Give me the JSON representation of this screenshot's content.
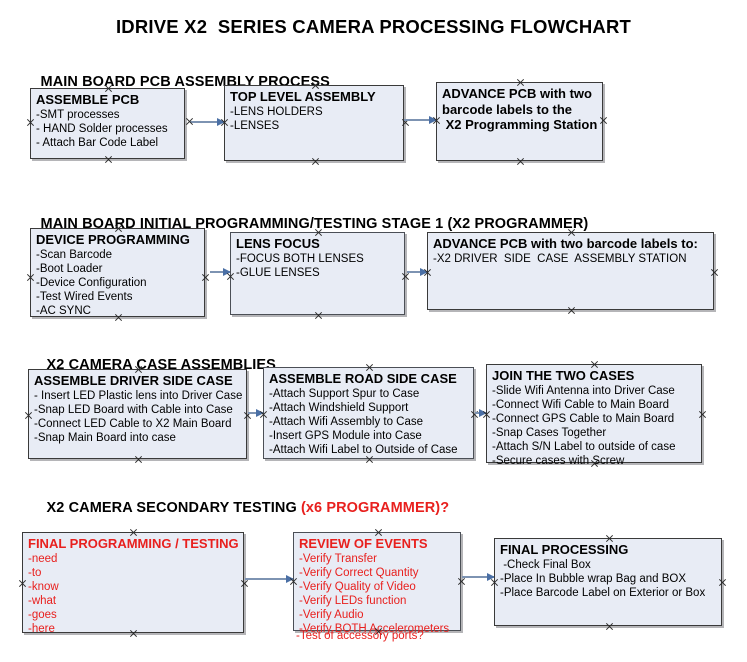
{
  "document": {
    "title": "IDRIVE X2  SERIES CAMERA PROCESSING FLOWCHART"
  },
  "colors": {
    "node_fill": "#e8ecf5",
    "node_border": "#3a3a3a",
    "connector": "#7d93b2",
    "arrow_head": "#4a6fa5",
    "red_text": "#e8201e",
    "black_text": "#000000",
    "page_background": "#ffffff"
  },
  "sections": [
    {
      "id": "main-board-pcb-assembly",
      "heading": "MAIN BOARD PCB ASSEMBLY PROCESS",
      "heading_red_suffix": "",
      "nodes": [
        {
          "id": "assemble-pcb",
          "title": "ASSEMBLE PCB",
          "lines": [
            "-SMT processes",
            "- HAND Solder processes",
            "- Attach Bar Code Label"
          ]
        },
        {
          "id": "top-level-assembly",
          "title": "TOP LEVEL ASSEMBLY",
          "lines": [
            "-LENS HOLDERS",
            "-LENSES"
          ]
        },
        {
          "id": "advance-pcb-to-x2-programming-station",
          "title": "ADVANCE PCB with two",
          "lines": [
            "barcode labels to the",
            " X2 Programming Station"
          ]
        }
      ]
    },
    {
      "id": "main-board-initial-programming",
      "heading": "MAIN BOARD INITIAL PROGRAMMING/TESTING STAGE 1 (X2 PROGRAMMER)",
      "heading_red_suffix": "",
      "nodes": [
        {
          "id": "device-programming",
          "title": "DEVICE PROGRAMMING",
          "lines": [
            "-Scan Barcode",
            "-Boot Loader",
            "-Device Configuration",
            "-Test Wired Events",
            "-AC SYNC"
          ]
        },
        {
          "id": "lens-focus",
          "title": "LENS FOCUS",
          "lines": [
            "-FOCUS BOTH LENSES",
            "-GLUE LENSES"
          ]
        },
        {
          "id": "advance-pcb-to-driver-side-case-station",
          "title": "ADVANCE PCB with two barcode labels to:",
          "lines": [
            "-X2 DRIVER  SIDE  CASE  ASSEMBLY STATION"
          ]
        }
      ]
    },
    {
      "id": "x2-camera-case-assemblies",
      "heading": "X2 CAMERA CASE ASSEMBLIES",
      "heading_red_suffix": "",
      "nodes": [
        {
          "id": "assemble-driver-side-case",
          "title": "ASSEMBLE DRIVER SIDE CASE",
          "lines": [
            "- Insert LED Plastic lens into Driver Case",
            "-Snap LED Board with Cable into Case",
            "-Connect LED Cable to X2 Main Board",
            "-Snap Main Board into case"
          ]
        },
        {
          "id": "assemble-road-side-case",
          "title": "ASSEMBLE ROAD SIDE CASE",
          "lines": [
            "-Attach Support Spur to Case",
            "-Attach Windshield Support",
            "-Attach Wifi Assembly to Case",
            "-Insert GPS Module into Case",
            "-Attach Wifi Label to Outside of Case"
          ]
        },
        {
          "id": "join-the-two-cases",
          "title": "JOIN THE TWO CASES",
          "lines": [
            "-Slide Wifi Antenna into Driver Case",
            "-Connect Wifi Cable to Main Board",
            "-Connect GPS Cable to Main Board",
            "-Snap Cases Together",
            "-Attach S/N Label to outside of case",
            "-Secure cases with Screw"
          ]
        }
      ]
    },
    {
      "id": "x2-camera-secondary-testing",
      "heading": "X2 CAMERA SECONDARY TESTING ",
      "heading_red_suffix": "(x6 PROGRAMMER)?",
      "nodes": [
        {
          "id": "final-programming-testing",
          "title": "FINAL PROGRAMMING / TESTING",
          "lines": [
            "-need",
            "-to",
            "-know",
            "-what",
            "-goes",
            "-here"
          ]
        },
        {
          "id": "review-of-events",
          "title": "REVIEW OF EVENTS",
          "lines": [
            "-Verify Transfer",
            "-Verify Correct Quantity",
            "-Verify Quality of Video",
            "-Verify LEDs function",
            "-Verify Audio",
            "-Verify BOTH Accelerometers"
          ],
          "overflow_line": "-Test of accessory ports?"
        },
        {
          "id": "final-processing",
          "title": "FINAL PROCESSING",
          "lines": [
            " -Check Final Box",
            "-Place In Bubble wrap Bag and BOX",
            "-Place Barcode Label on Exterior or Box"
          ]
        }
      ]
    }
  ]
}
